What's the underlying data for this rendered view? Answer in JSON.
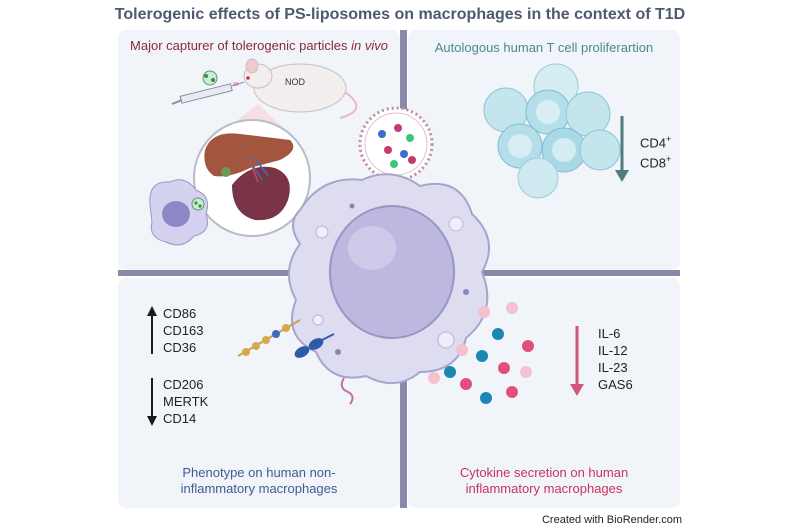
{
  "title": "Tolerogenic effects of PS-liposomes on macrophages in the context of T1D",
  "panels": {
    "top_left": {
      "title_main": "Major capturer of tolerogenic particles ",
      "title_italic": "in vivo",
      "mouse_label": "NOD"
    },
    "top_right": {
      "title": "Autologous human T cell proliferartion",
      "cd4": "CD4",
      "cd8": "CD8",
      "sup": "+"
    },
    "bottom_left": {
      "up_markers": [
        "CD86",
        "CD163",
        "CD36"
      ],
      "down_markers": [
        "CD206",
        "MERTK",
        "CD14"
      ],
      "caption_line1": "Phenotype on human non-",
      "caption_line2": "inflammatory macrophages"
    },
    "bottom_right": {
      "cytokines": [
        "IL-6",
        "IL-12",
        "IL-23",
        "GAS6"
      ],
      "caption_line1": "Cytokine secretion on human",
      "caption_line2": "inflammatory macrophages"
    }
  },
  "credit": "Created with BioRender.com",
  "colors": {
    "panel_bg": "#f1f4f8",
    "divider": "#8b89a8",
    "macrophage": "#dcdcf0",
    "nucleus": "#b6b2dc",
    "t_cell": "#aedbe6",
    "down_arrow_red": "#d2557a",
    "cytokine_blue": "#1c86b4",
    "cytokine_pink": "#e0507a"
  }
}
